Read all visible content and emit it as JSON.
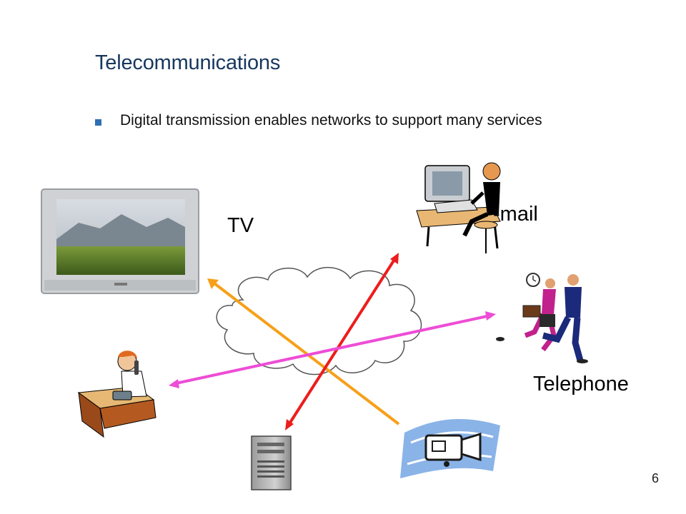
{
  "slide": {
    "title": "Telecommunications",
    "bullet": "Digital transmission enables networks to support many services",
    "labels": {
      "tv": "TV",
      "email": "-mail",
      "telephone": "Telephone"
    },
    "page_number": "6"
  },
  "colors": {
    "title": "#17375e",
    "bullet": "#2e6fb3",
    "arrow_orange": "#f6a019",
    "arrow_red": "#ee1c1c",
    "arrow_pink": "#ee4cd6"
  },
  "icons": [
    "tv-icon",
    "network-cloud-icon",
    "computer-user-icon",
    "business-people-icon",
    "phone-user-icon",
    "server-icon",
    "video-camera-icon"
  ]
}
